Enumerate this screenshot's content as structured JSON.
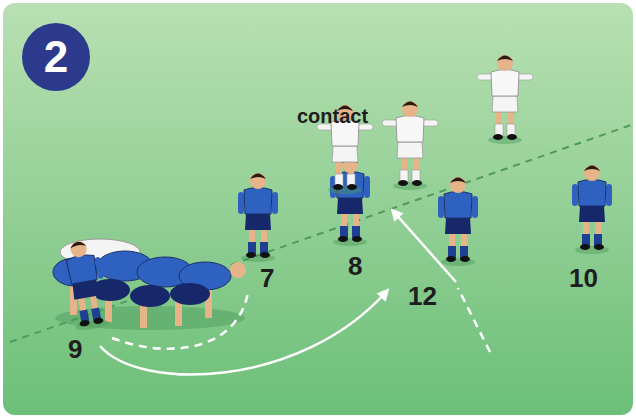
{
  "diagram": {
    "nodes": [
      {
        "text": [
          "2"
        ]
      }
    ],
    "labels": [
      "contact",
      "7",
      "8",
      "12",
      "10",
      "9"
    ]
  }
}
